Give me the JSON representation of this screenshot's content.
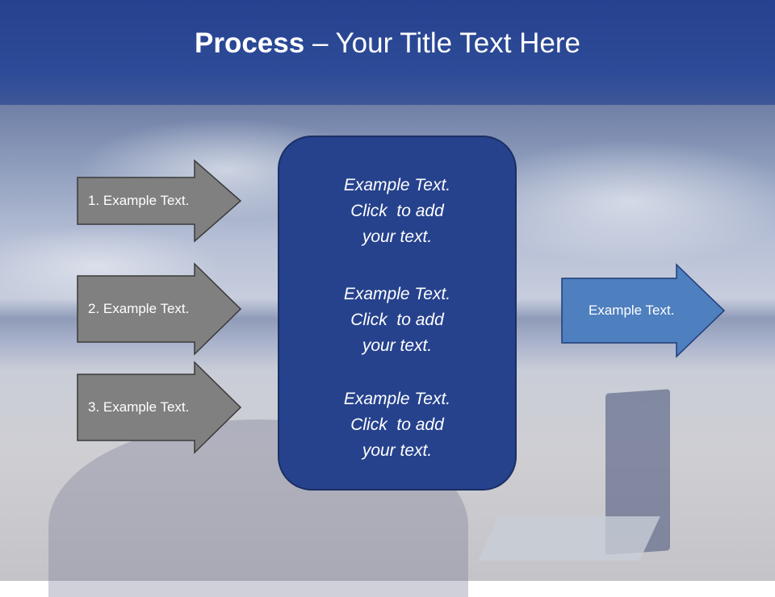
{
  "slide": {
    "title_bold": "Process",
    "title_rest": " – Your Title Text Here"
  },
  "left_arrows": [
    {
      "label": "1. Example Text."
    },
    {
      "label": "2. Example Text."
    },
    {
      "label": "3. Example Text."
    }
  ],
  "center_box": {
    "blocks": [
      {
        "line1": "Example Text.",
        "line2": "Click  to add",
        "line3": "your text."
      },
      {
        "line1": "Example Text.",
        "line2": "Click  to add",
        "line3": "your text."
      },
      {
        "line1": "Example Text.",
        "line2": "Click  to add",
        "line3": "your text."
      }
    ]
  },
  "right_arrow": {
    "label": "Example Text."
  },
  "colors": {
    "header": "#2d4b98",
    "center_box": "#26428d",
    "grey_arrow": "#808080",
    "blue_arrow": "#4e7fbf"
  }
}
